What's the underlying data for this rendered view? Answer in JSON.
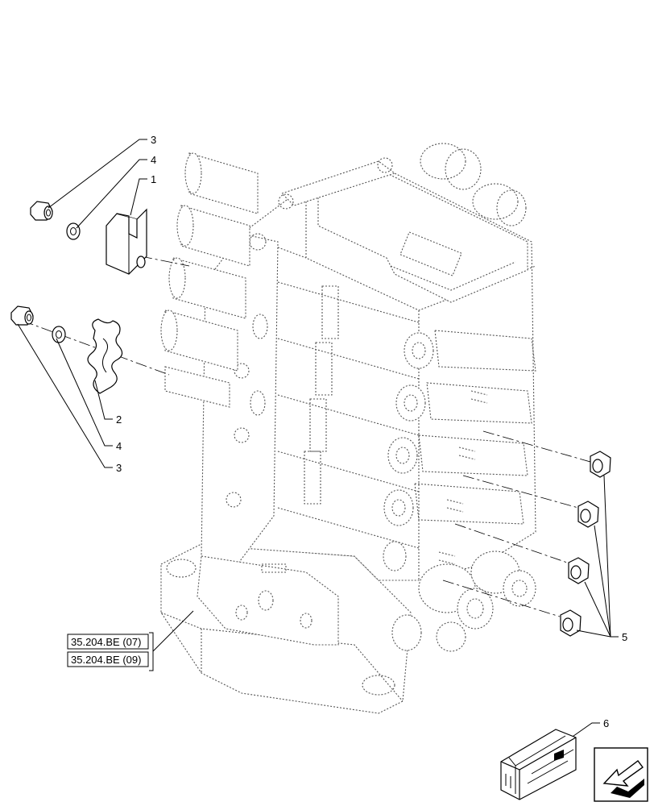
{
  "callouts": {
    "c1": "1",
    "c2": "2",
    "c3_top": "3",
    "c3_bottom": "3",
    "c4_top": "4",
    "c4_bottom": "4",
    "c5": "5",
    "c6": "6"
  },
  "references": [
    "35.204.BE (07)",
    "35.204.BE (09)"
  ],
  "icons": {
    "kit_box": "kit-box-icon",
    "navigation": "arrow-navigation-icon"
  }
}
